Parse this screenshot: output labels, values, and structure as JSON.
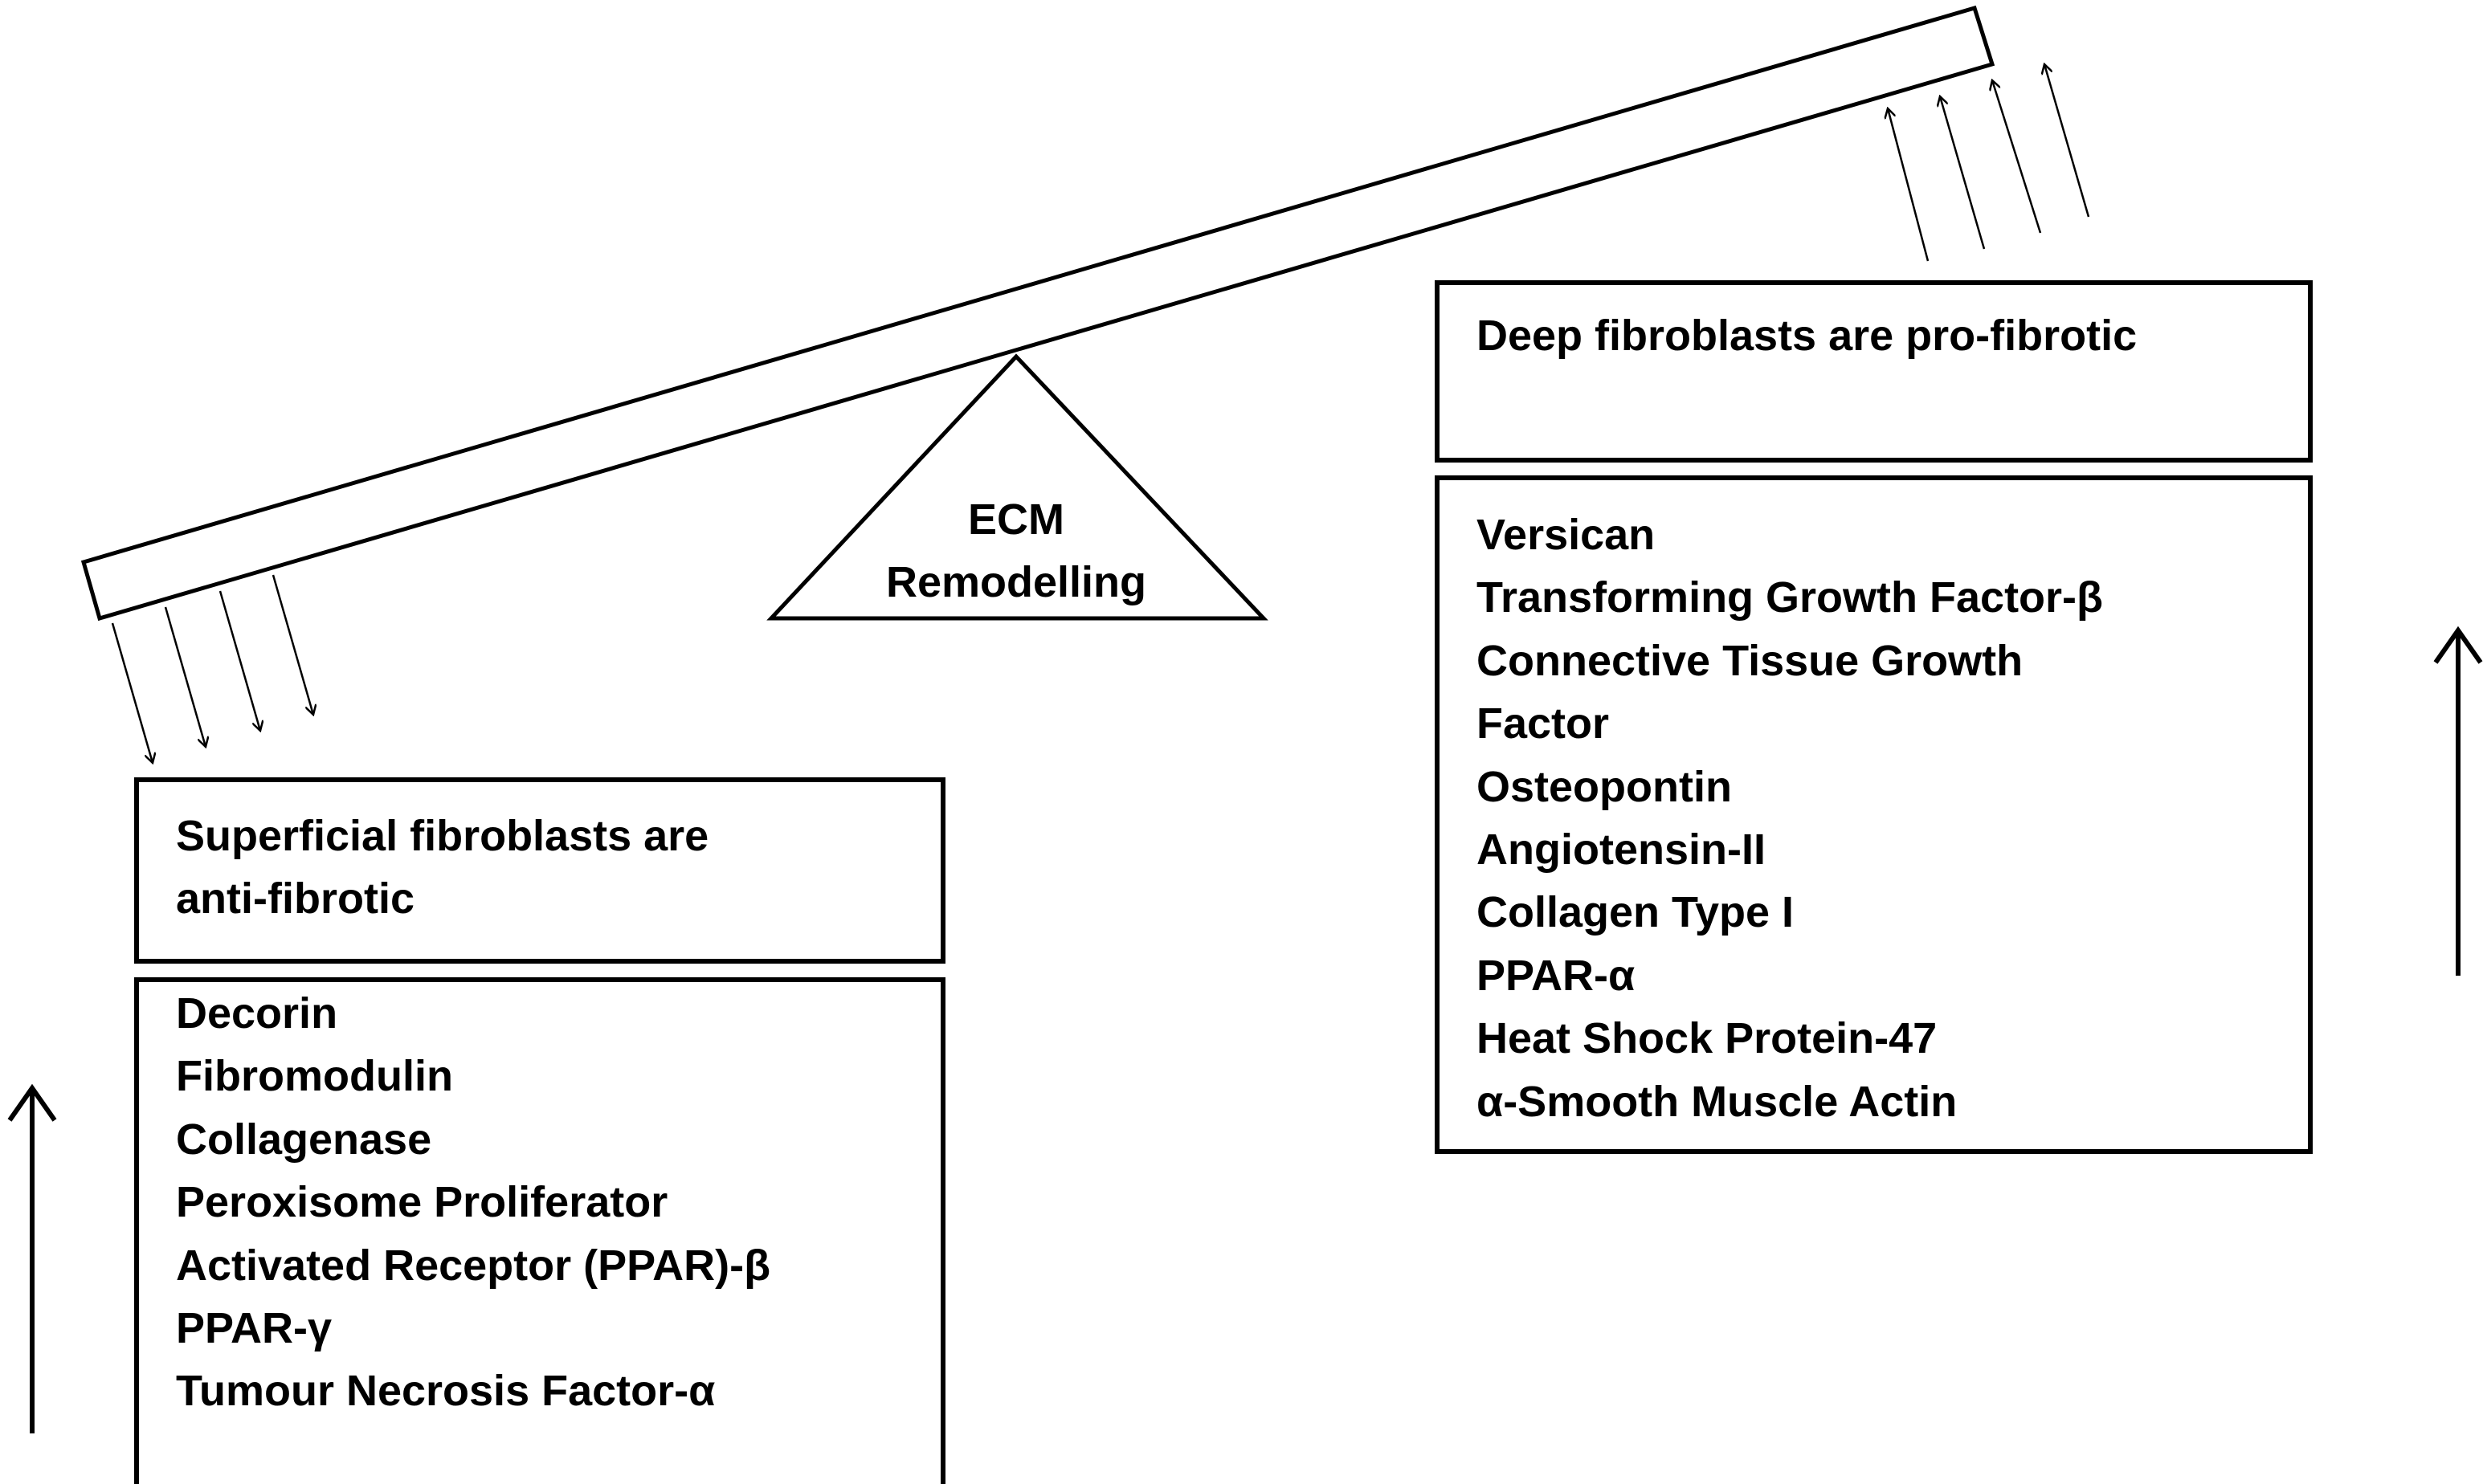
{
  "fulcrum": {
    "label_line1": "ECM",
    "label_line2": "Remodelling"
  },
  "superficial": {
    "title_line1": "Superficial fibroblasts are",
    "title_line2": "anti-fibrotic",
    "items": [
      "Decorin",
      "Fibromodulin",
      "Collagenase",
      "Peroxisome Proliferator",
      "Activated Receptor (PPAR)-β",
      "PPAR-γ",
      "Tumour Necrosis Factor-α"
    ]
  },
  "deep": {
    "title": "Deep fibroblasts are pro-fibrotic",
    "items": [
      "Versican",
      "Transforming Growth Factor-β",
      "Connective Tissue Growth",
      "Factor",
      "Osteopontin",
      "Angiotensin-II",
      "Collagen Type I",
      "PPAR-α",
      "Heat Shock Protein-47",
      "α-Smooth Muscle Actin"
    ]
  }
}
